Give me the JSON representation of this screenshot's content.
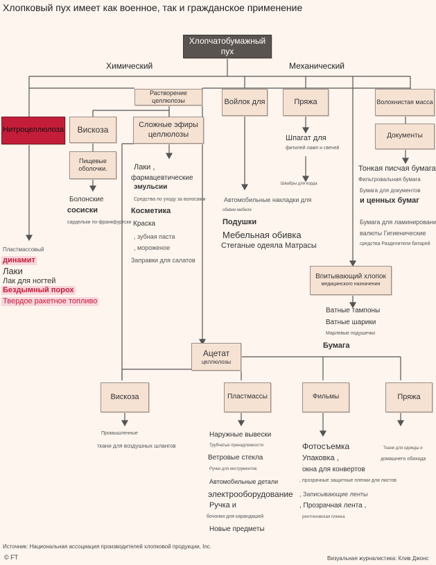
{
  "title": "Хлопковый пух имеет как военное, так и гражданское применение",
  "root": "Хлопчатобумажный пух",
  "branches": {
    "chemical": "Химический",
    "mechanical": "Механический"
  },
  "nodes": {
    "dissolution": "Растворение целлюлозы",
    "felt": "Войлок для",
    "yarn_top": "Пряжа",
    "fiber_mass": "Волокнистая масса",
    "nitrocellulose": "Нитроцеллюлоза",
    "viscose_top": "Вискоза",
    "complex_esters": "Сложные эфиры целлюлозы",
    "food_casings": "Пищевые оболочки.",
    "documents": "Документы",
    "absorbent_cotton": "Впитывающий хлопок",
    "absorbent_cotton_sub": "медицинского назначения",
    "acetate": "Ацетат",
    "acetate_sub": "целлюлозы",
    "viscose_bottom": "Вискоза",
    "plastics": "Пластмассы",
    "films": "Фильмы",
    "yarn_bottom": "Пряжа"
  },
  "nitro_items": {
    "plasticizer": "Пластмассовый",
    "dynamite": "динамит",
    "lacquers": "Лаки",
    "nail_polish": "Лак для ногтей",
    "smokeless_powder": "Бездымный порох",
    "rocket_fuel": "Твердое ракетное топливо"
  },
  "viscose_items": {
    "bologna": "Болонские",
    "sausages": "сосиски",
    "frankfurters": "сардельки по-франкфуртски"
  },
  "ester_items": {
    "lacquers": "Лаки ,",
    "pharma": "фармацевтические",
    "emulsions": "эмульсии",
    "hair_care": "Средства по уходу за волосами",
    "cosmetics": "Косметика",
    "paints": "Краска",
    "toothpaste": ", зубная паста",
    "ice_cream": ", мороженое",
    "dressings": "Заправки для салатов"
  },
  "felt_items": {
    "auto_pads": "Автомобильные накладки для",
    "upholstery_small": "обивки мебели",
    "pillows": "Подушки",
    "furniture": "Мебельная обивка",
    "quilts": "Стеганые одеяла Матрасы"
  },
  "yarn_items": {
    "twine": "Шпагат для",
    "wicks": "фитилей ламп и свечей",
    "mops": "Швабры для корда"
  },
  "doc_items": {
    "fine_paper": "Тонкая писчая бумага",
    "filter_paper": "Фильтровальная бумага",
    "doc_paper": "Бумага для документов",
    "securities": "и ценных бумаг",
    "laminating": "Бумага для ламинирования",
    "hygiene": "валюты Гигиенические",
    "separators": "средства Разделители батарей"
  },
  "absorbent_items": {
    "tampons": "Ватные тампоны",
    "balls": "Ватные шарики",
    "gauze": "Марлевые подушечки",
    "paper": "Бумага"
  },
  "viscose_bottom_items": {
    "industrial": "Промышленные",
    "hoses": "ткани для воздушных шлангов"
  },
  "plastics_items": {
    "signs": "Наружные вывески",
    "tubing": "Трубчатые принадлежности",
    "windshields": "Ветровые стекла",
    "handles": "Ручки для инструментов",
    "auto_parts": "Автомобильные детали",
    "electrical": "электрооборудование",
    "pen": "Ручка и",
    "pencil_barrels": "бочонки для карандашей",
    "novelty": "Новые предметы"
  },
  "films_items": {
    "photo": "Фотосъемка",
    "packaging": "Упаковка ,",
    "envelopes": "окна для конвертов",
    "protective": ", прозрачные защитные пленки для листов",
    "recording": ", Записывающие ленты",
    "clear_tape": ", Прозрачная лента ,",
    "xray": "рентгеновская пленка"
  },
  "yarn_bottom_items": {
    "clothing": "Ткани для одежды и",
    "home": "домашнего обихода"
  },
  "footer": {
    "source": "Источник: Национальная ассоциация производителей хлопковой продукции, Inc.",
    "copyright": "© FT",
    "credit": "Визуальная журналистика: Клив Джонс"
  },
  "colors": {
    "background": "#fdf5ee",
    "box": "#f6e2d3",
    "root": "#5a5450",
    "nitro": "#c41d3a",
    "highlight": "#f9d6dc",
    "line": "#555555"
  }
}
